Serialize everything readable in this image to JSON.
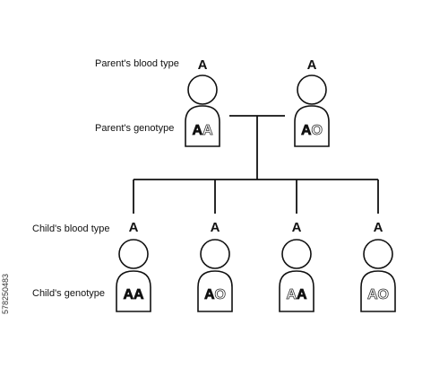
{
  "labels": {
    "parent_blood_type": "Parent's blood type",
    "parent_genotype": "Parent's genotype",
    "child_blood_type": "Child's blood type",
    "child_genotype": "Child's genotype"
  },
  "parents": [
    {
      "blood_type": "A",
      "genotype": [
        {
          "allele": "A",
          "style": "solid"
        },
        {
          "allele": "A",
          "style": "outline"
        }
      ]
    },
    {
      "blood_type": "A",
      "genotype": [
        {
          "allele": "A",
          "style": "solid"
        },
        {
          "allele": "O",
          "style": "outline"
        }
      ]
    }
  ],
  "children": [
    {
      "blood_type": "A",
      "genotype": [
        {
          "allele": "A",
          "style": "solid"
        },
        {
          "allele": "A",
          "style": "solid"
        }
      ]
    },
    {
      "blood_type": "A",
      "genotype": [
        {
          "allele": "A",
          "style": "solid"
        },
        {
          "allele": "O",
          "style": "outline"
        }
      ]
    },
    {
      "blood_type": "A",
      "genotype": [
        {
          "allele": "A",
          "style": "outline"
        },
        {
          "allele": "A",
          "style": "solid"
        }
      ]
    },
    {
      "blood_type": "A",
      "genotype": [
        {
          "allele": "A",
          "style": "outline"
        },
        {
          "allele": "O",
          "style": "outline"
        }
      ]
    }
  ],
  "side_id": "578250483",
  "colors": {
    "stroke": "#111111",
    "background": "#ffffff"
  }
}
